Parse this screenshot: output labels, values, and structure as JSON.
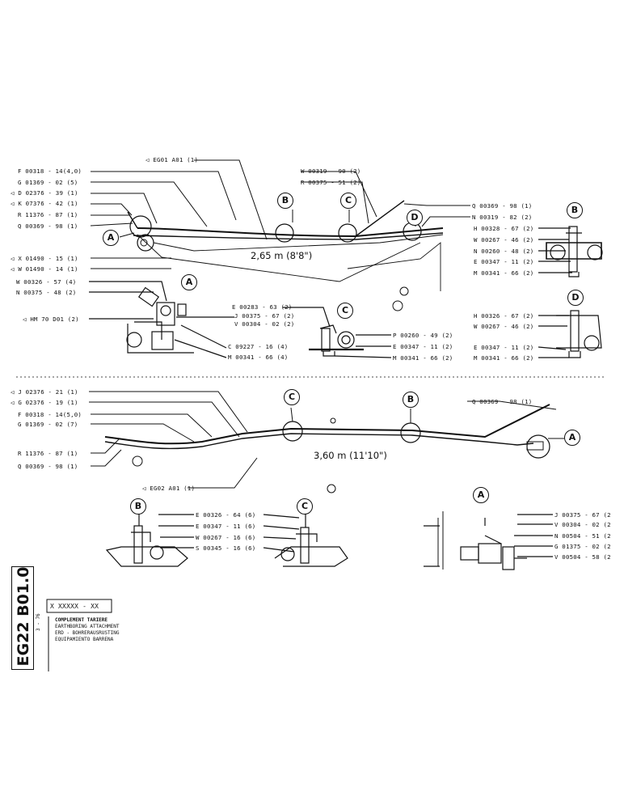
{
  "top": {
    "dimension": "2,65 m  (8'8\")",
    "kit": "EG01  A01 (1)",
    "circle_labels": {
      "a_left": "A",
      "b": "B",
      "c": "C",
      "d": "D"
    },
    "left_labels": [
      "F 00318 - 14(4,0)",
      "G 01369 - 02 (5)",
      "D 02376 - 39 (1)",
      "K 07376 - 42 (1)",
      "R 11376 - 87 (1)",
      "Q 00369 - 98 (1)",
      "X 01490 - 15 (1)",
      "W 01490 - 14 (1)",
      "W 00326 - 57 (4)",
      "N 00375 - 48 (2)",
      "HM 70 D01 (2)"
    ],
    "right_labels": [
      "W 00319 - 90 (2)",
      "R 00375 - 51 (2)",
      "Q 00369 - 98 (1)",
      "N 00319 - 82 (2)"
    ],
    "detail_a_labels": [
      "J 00375 - 67 (2)",
      "V 00304 - 02 (2)",
      "C 09227 - 16 (4)",
      "M 00341 - 66 (4)"
    ],
    "detail_c_labels": [
      "E 00283 - 63 (2)",
      "P 00260 - 49 (2)",
      "E 00347 - 11 (2)",
      "M 00341 - 66 (2)"
    ],
    "detail_b_labels": [
      "H 00328 - 67 (2)",
      "W 00267 - 46 (2)",
      "N 00260 - 48 (2)",
      "E 00347 - 11 (2)",
      "M 00341 - 66 (2)"
    ],
    "detail_d_labels": [
      "H 00326 - 67 (2)",
      "W 00267 - 46 (2)",
      "E 00347 - 11 (2)",
      "M 00341 - 66 (2)"
    ]
  },
  "bottom": {
    "dimension": "3,60 m  (11'10\")",
    "kit": "EG02  A01 (1)",
    "circle_labels": {
      "c": "C",
      "b": "B",
      "a": "A",
      "b2": "B",
      "c2": "C",
      "a2": "A"
    },
    "left_labels": [
      "J 02376 - 21 (1)",
      "G 02376 - 19 (1)",
      "F 00318 - 14(5,0)",
      "G 01369 - 02 (7)",
      "R 11376 - 87 (1)",
      "Q 00369 - 98 (1)"
    ],
    "right_label": "Q 00369 - 98 (1)",
    "detail_bc_labels": [
      "E 00326 - 64 (6)",
      "E 00347 - 11 (6)",
      "W 00267 - 16 (6)",
      "S 00345 - 16 (6)"
    ],
    "detail_a_labels": [
      "J 00375 - 67 (2",
      "V 00304 - 02 (2",
      "N 00504 - 51 (2",
      "G 01375 - 02 (2",
      "V 00504 - 58 (2"
    ]
  },
  "title_block": {
    "code": "EG22 B01.0",
    "ref": "X  XXXXX - XX",
    "date": "3 - 76",
    "title": "COMPLEMENT TARIERE",
    "lines": [
      "EARTHBORING ATTACHMENT",
      "ERD - BOHRERAUSRUSTING",
      "EQUIPAMIENTO BARRENA"
    ]
  }
}
